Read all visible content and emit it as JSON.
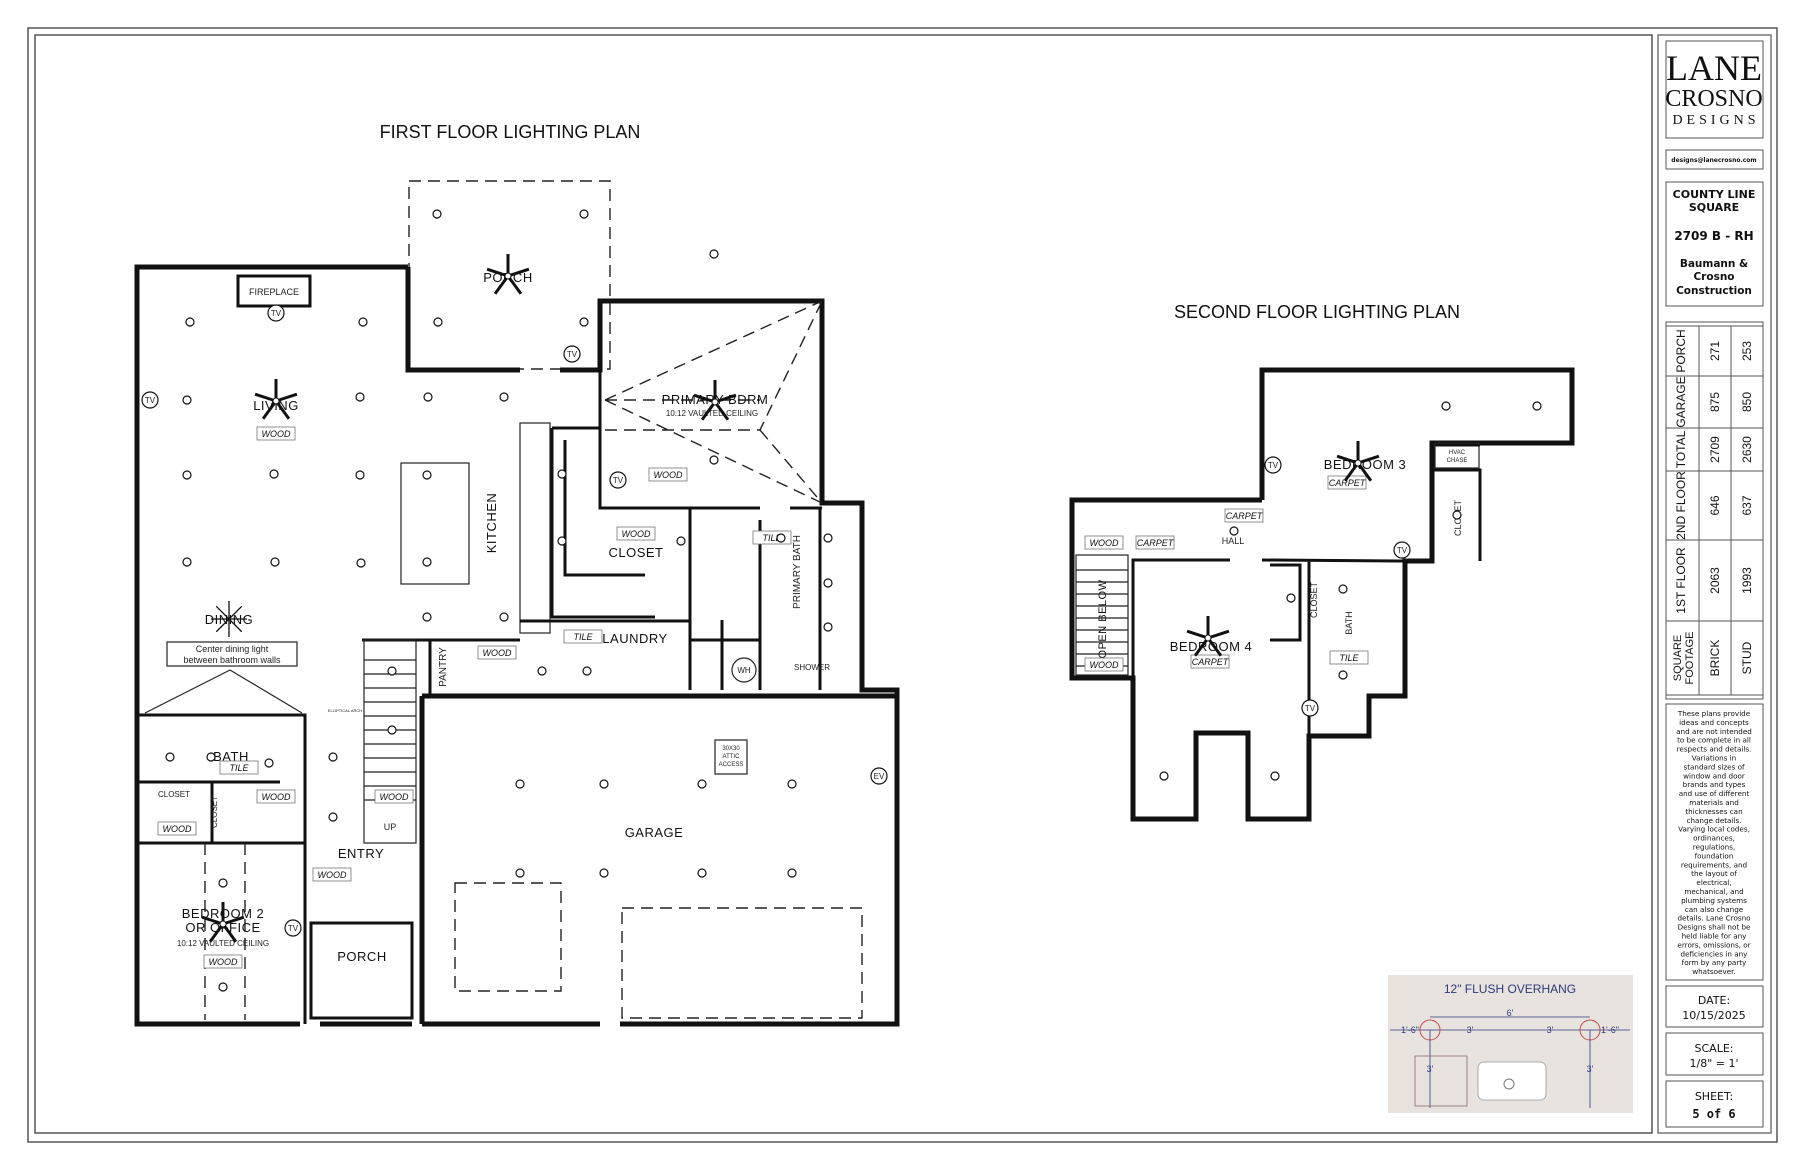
{
  "sheet": {
    "first_floor_title": "FIRST FLOOR LIGHTING PLAN",
    "second_floor_title": "SECOND FLOOR LIGHTING PLAN"
  },
  "first_floor": {
    "rooms": {
      "living": "LIVING",
      "back_porch": "PORCH",
      "fireplace": "FIREPLACE",
      "kitchen": "KITCHEN",
      "dining": "DINING",
      "dining_note_1": "Center dining light",
      "dining_note_2": "between bathroom walls",
      "primary_bdrm": "PRIMARY BDRM",
      "primary_bdrm_ceiling": "10:12 VAULTED CEILING",
      "closet": "CLOSET",
      "laundry": "LAUNDRY",
      "primary_bath": "PRIMARY BATH",
      "shower": "SHOWER",
      "water_heater": "WH",
      "pantry": "PANTRY",
      "bath": "BATH",
      "closet_a": "CLOSET",
      "closet_b": "CLOSET",
      "entry": "ENTRY",
      "up": "UP",
      "bedroom2_1": "BEDROOM 2",
      "bedroom2_2": "OR OFFICE",
      "bedroom2_ceiling": "10:12 VAULTED CEILING",
      "front_porch": "PORCH",
      "garage": "GARAGE",
      "attic_1": "30X30",
      "attic_2": "ATTIC",
      "attic_3": "ACCESS",
      "ev": "EV",
      "elliptical_arch": "ELLIPTICAL ARCH"
    },
    "floor_tags": {
      "living": "WOOD",
      "primary_bdrm": "WOOD",
      "closet": "WOOD",
      "primary_bath": "TILE",
      "laundry": "TILE",
      "pantry_hall": "WOOD",
      "bath": "TILE",
      "hall": "WOOD",
      "closet_small": "WOOD",
      "stair": "WOOD",
      "entry": "WOOD",
      "bedroom2": "WOOD"
    },
    "tv_label": "TV"
  },
  "second_floor": {
    "rooms": {
      "bedroom3": "BEDROOM 3",
      "hvac_1": "HVAC",
      "hvac_2": "CHASE",
      "closet3": "CLOSET",
      "hall": "HALL",
      "open_below": "OPEN BELOW",
      "bedroom4": "BEDROOM 4",
      "closet4": "CLOSET",
      "bath": "BATH"
    },
    "floor_tags": {
      "bedroom3": "CARPET",
      "hall": "CARPET",
      "stair_wood": "WOOD",
      "stair_carpet": "CARPET",
      "open_below_wood": "WOOD",
      "bedroom4": "CARPET",
      "bath": "TILE"
    },
    "tv_label": "TV"
  },
  "overhang_detail": {
    "title": "12\" FLUSH OVERHANG",
    "dim_total": "6'",
    "dim_left_edge": "1'-6\"",
    "dim_left": "3'",
    "dim_right": "3'",
    "dim_right_edge": "1'-6\"",
    "dim_vert_left": "3'",
    "dim_vert_right": "3'",
    "background": "#e8e3de",
    "accent": "#2b3a7a",
    "light_ring": "#c0504d"
  },
  "title_block": {
    "logo_line1": "LANE",
    "logo_line2": "CROSNO",
    "logo_line3": "DESIGNS",
    "email": "designs@lanecrosno.com",
    "project_line1": "COUNTY LINE",
    "project_line2": "SQUARE",
    "plan": "2709 B - RH",
    "builder_line1": "Baumann &",
    "builder_line2": "Crosno",
    "builder_line3": "Construction",
    "square_footage": {
      "header_1": "SQUARE",
      "header_2": "FOOTAGE",
      "col_brick": "BRICK",
      "col_stud": "STUD",
      "rows": [
        {
          "label": "1ST FLOOR",
          "brick": "2063",
          "stud": "1993"
        },
        {
          "label": "2ND FLOOR",
          "brick": "646",
          "stud": "637"
        },
        {
          "label": "TOTAL",
          "brick": "2709",
          "stud": "2630"
        },
        {
          "label": "GARAGE",
          "brick": "875",
          "stud": "850"
        },
        {
          "label": "PORCH",
          "brick": "271",
          "stud": "253"
        }
      ]
    },
    "disclaimer": [
      "These plans provide",
      "ideas and concepts",
      "and are not intended",
      "to be complete in all",
      "respects and details.",
      "Variations in",
      "standard sizes of",
      "window and door",
      "brands and types",
      "and use of different",
      "materials and",
      "thicknesses can",
      "change details.",
      "Varying local codes,",
      "ordinances,",
      "regulations,",
      "foundation",
      "requirements, and",
      "the layout of",
      "electrical,",
      "mechanical, and",
      "plumbing systems",
      "can also change",
      "details. Lane Crosno",
      "Designs shall not be",
      "held liable for any",
      "errors, omissions, or",
      "deficiencies in any",
      "form by any party",
      "whatsoever."
    ],
    "date_label": "DATE:",
    "date": "10/15/2025",
    "scale_label": "SCALE:",
    "scale": "1/8\" = 1'",
    "sheet_label": "SHEET:",
    "sheet": "5 of 6"
  }
}
